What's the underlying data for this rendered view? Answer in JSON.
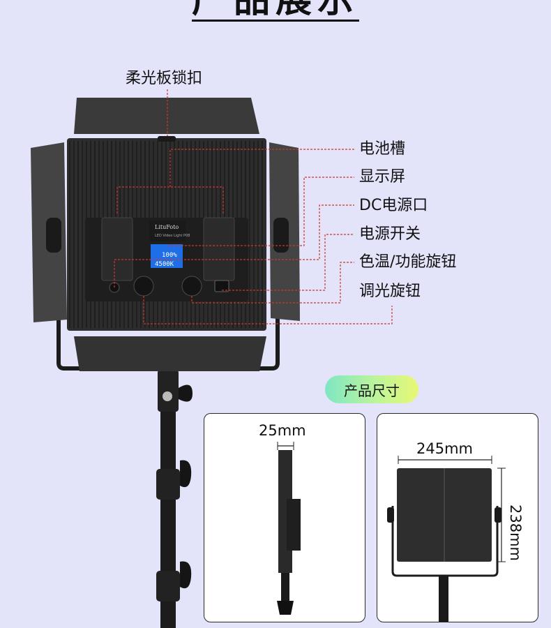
{
  "header": {
    "title": "产品展示"
  },
  "callouts": {
    "diffuser_lock": "柔光板锁扣",
    "battery_slot": "电池槽",
    "display": "显示屏",
    "dc_port": "DC电源口",
    "power_switch": "电源开关",
    "color_temp_knob": "色温/功能旋钮",
    "dimmer_knob": "调光旋钮"
  },
  "device": {
    "brand": "LituFoto",
    "model": "LED Video Light P08",
    "lcd_brightness": "100%",
    "lcd_temperature": "4500K"
  },
  "size_section": {
    "label": "产品尺寸",
    "thickness": "25mm",
    "width": "245mm",
    "height": "238mm"
  },
  "colors": {
    "background": "#e3e3fa",
    "leader_line": "#d0342c",
    "lcd": "#1e6ee8"
  }
}
